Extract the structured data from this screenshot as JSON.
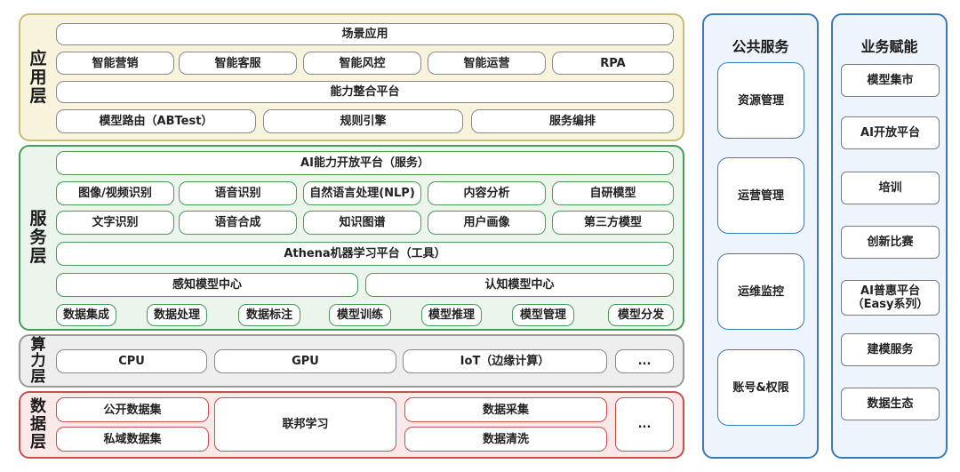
{
  "layers": {
    "application": {
      "label_chars": [
        "应",
        "用",
        "层"
      ],
      "scene": "场景应用",
      "row1": [
        "智能营销",
        "智能客服",
        "智能风控",
        "智能运营",
        "RPA"
      ],
      "platform": "能力整合平台",
      "row3": [
        "模型路由（ABTest）",
        "规则引擎",
        "服务编排"
      ]
    },
    "service": {
      "label_chars": [
        "服",
        "务",
        "层"
      ],
      "ai_platform": "AI能力开放平台（服务）",
      "row1": [
        "图像/视频识别",
        "语音识别",
        "自然语言处理(NLP)",
        "内容分析",
        "自研模型"
      ],
      "row2": [
        "文字识别",
        "语音合成",
        "知识图谱",
        "用户画像",
        "第三方模型"
      ],
      "athena": "Athena机器学习平台（工具）",
      "centers": [
        "感知模型中心",
        "认知模型中心"
      ],
      "tools": [
        "数据集成",
        "数据处理",
        "数据标注",
        "模型训练",
        "模型推理",
        "模型管理",
        "模型分发"
      ]
    },
    "compute": {
      "label_chars": [
        "算",
        "力",
        "层"
      ],
      "items": [
        "CPU",
        "GPU",
        "IoT（边缘计算）",
        "..."
      ]
    },
    "data": {
      "label_chars": [
        "数",
        "据",
        "层"
      ],
      "datasets": [
        "公开数据集",
        "私域数据集"
      ],
      "federated": "联邦学习",
      "processing": [
        "数据采集",
        "数据清洗"
      ],
      "more": "..."
    }
  },
  "public_services": {
    "title": "公共服务",
    "items": [
      "资源管理",
      "运营管理",
      "运维监控",
      "账号&权限"
    ]
  },
  "business": {
    "title": "业务赋能",
    "items": [
      "模型集市",
      "AI开放平台",
      "培训",
      "创新比赛",
      "AI普惠平台\n（Easy系列）",
      "建模服务",
      "数据生态"
    ]
  },
  "colors": {
    "application_bg": "#f7f3dd",
    "application_border": "#c9bb7a",
    "service_bg": "#ebf5ec",
    "service_border": "#4a9a5a",
    "compute_bg": "#eeeeee",
    "compute_border": "#9a9a9a",
    "data_bg": "#fbe9e9",
    "data_border": "#c85050",
    "side_border": "#3f79b8"
  }
}
